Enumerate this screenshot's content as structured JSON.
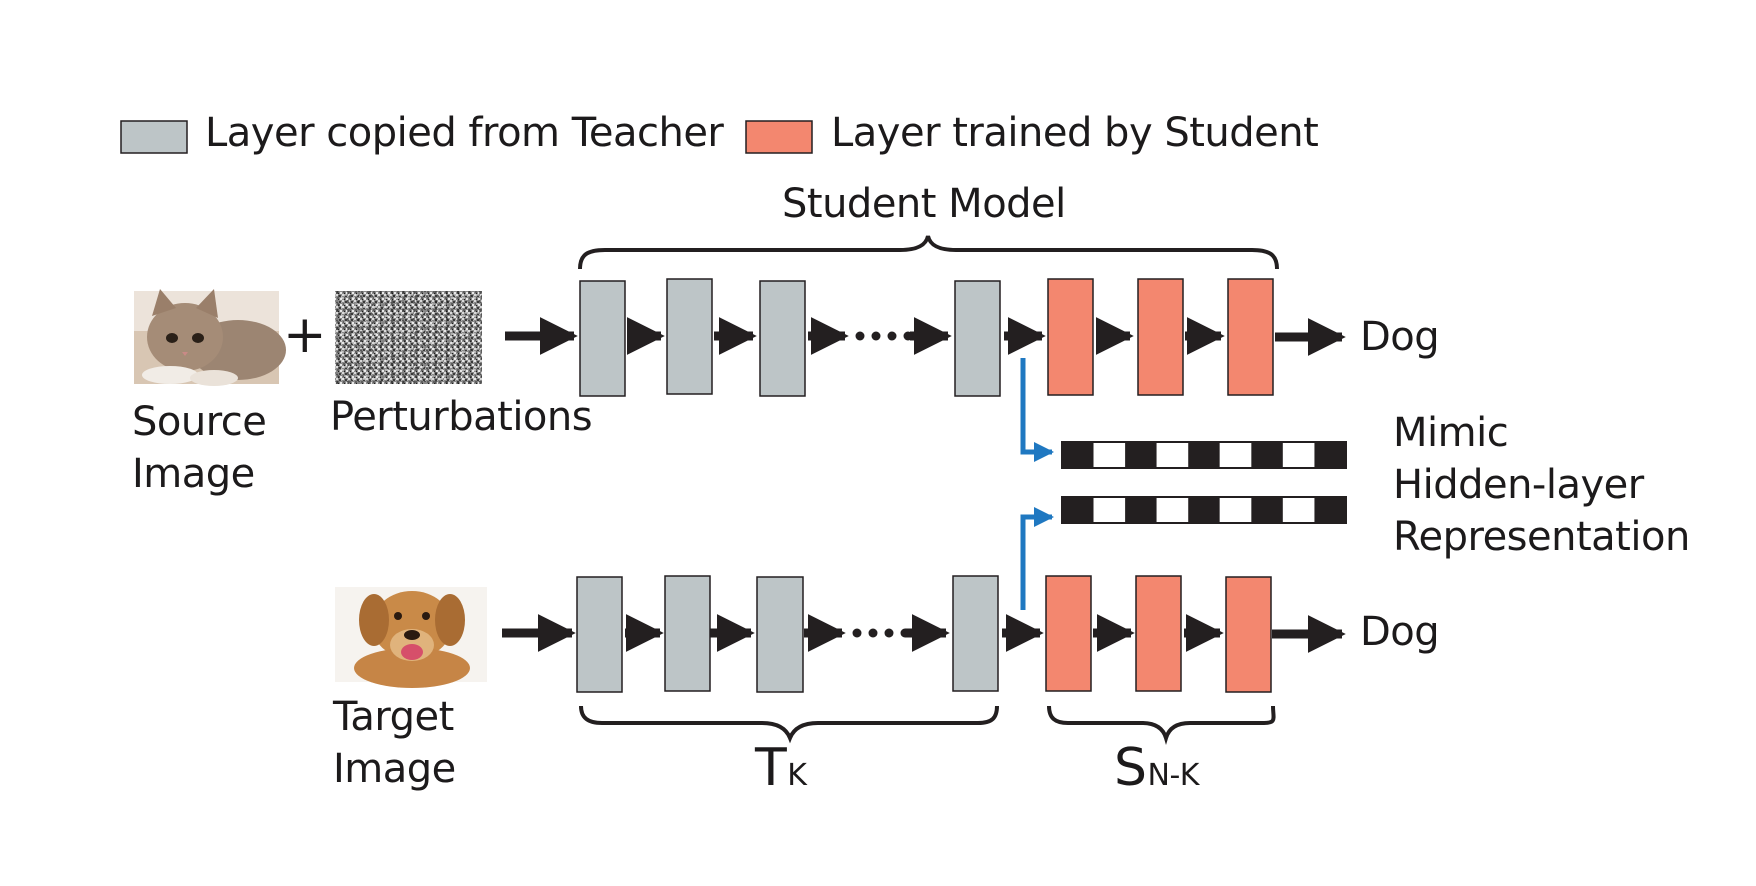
{
  "legend": {
    "teacher_label": "Layer copied from Teacher",
    "student_label": "Layer trained by Student"
  },
  "labels": {
    "student_model": "Student Model",
    "source_image_line1": "Source",
    "source_image_line2": "Image",
    "plus": "+",
    "perturbations": "Perturbations",
    "target_image_line1": "Target",
    "target_image_line2": "Image",
    "output_top": "Dog",
    "output_bottom": "Dog",
    "mimic_line1": "Mimic",
    "mimic_line2": "Hidden-layer",
    "mimic_line3": "Representation",
    "t_main": "T",
    "t_sub": "K",
    "s_main": "S",
    "s_sub": "N-K"
  },
  "colors": {
    "teacher_layer": "#bdc5c7",
    "student_layer": "#f3876f",
    "arrow": "#231f20",
    "mimic_arrow": "#1f78c1",
    "text": "#1c1a1b"
  },
  "icons": {
    "source_image": "cat-photo",
    "perturbations": "noise-texture",
    "target_image": "dog-photo"
  }
}
